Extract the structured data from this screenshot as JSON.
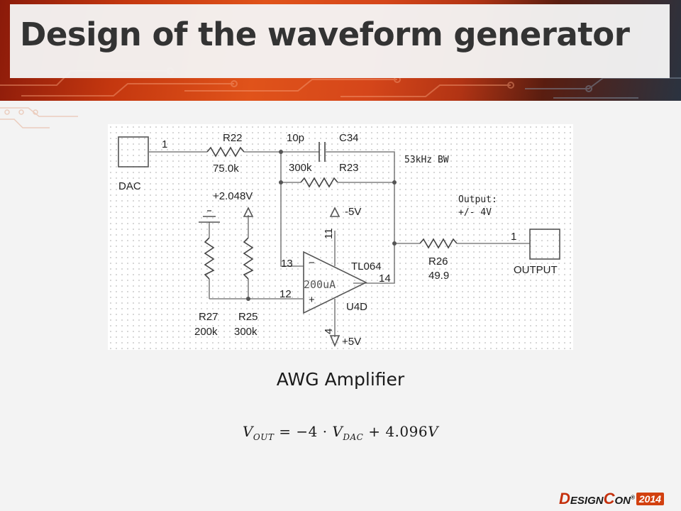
{
  "slide": {
    "title": "Design of the waveform generator",
    "caption": "AWG Amplifier",
    "equation": {
      "lhs": "V",
      "lhs_sub": "OUT",
      "middle": " = −4 · ",
      "v": "V",
      "v_sub": "DAC",
      "tail": " + 4.096",
      "unit": "V"
    }
  },
  "schematic": {
    "dac_label": "DAC",
    "dac_pin": "1",
    "r22_name": "R22",
    "r22_value": "75.0k",
    "c34_value": "10p",
    "c34_name": "C34",
    "r23_value": "300k",
    "r23_name": "R23",
    "bw_note": "53kHz BW",
    "vref": "+2.048V",
    "neg_supply": "-5V",
    "pin11": "11",
    "pin13": "13",
    "pin12": "12",
    "pin14": "14",
    "pin4": "4",
    "minus": "−",
    "plus": "+",
    "opamp_name": "TL064",
    "opamp_current": "200uA",
    "opamp_ref": "U4D",
    "pos_supply": "+5V",
    "r27_name": "R27",
    "r27_value": "200k",
    "r25_name": "R25",
    "r25_value": "300k",
    "output_note_1": "Output:",
    "output_note_2": "+/- 4V",
    "r26_name": "R26",
    "r26_value": "49.9",
    "out_pin": "1",
    "output_label": "OUTPUT"
  },
  "logo": {
    "d": "D",
    "esign": "ESIGN",
    "c": "C",
    "on": "ON",
    "reg": "®",
    "year": "2014"
  },
  "colors": {
    "banner_orange": "#e0531a",
    "banner_dark": "#2a3340",
    "title_text": "#333333",
    "wire": "#7a7a7a",
    "logo_red": "#c4300c"
  }
}
